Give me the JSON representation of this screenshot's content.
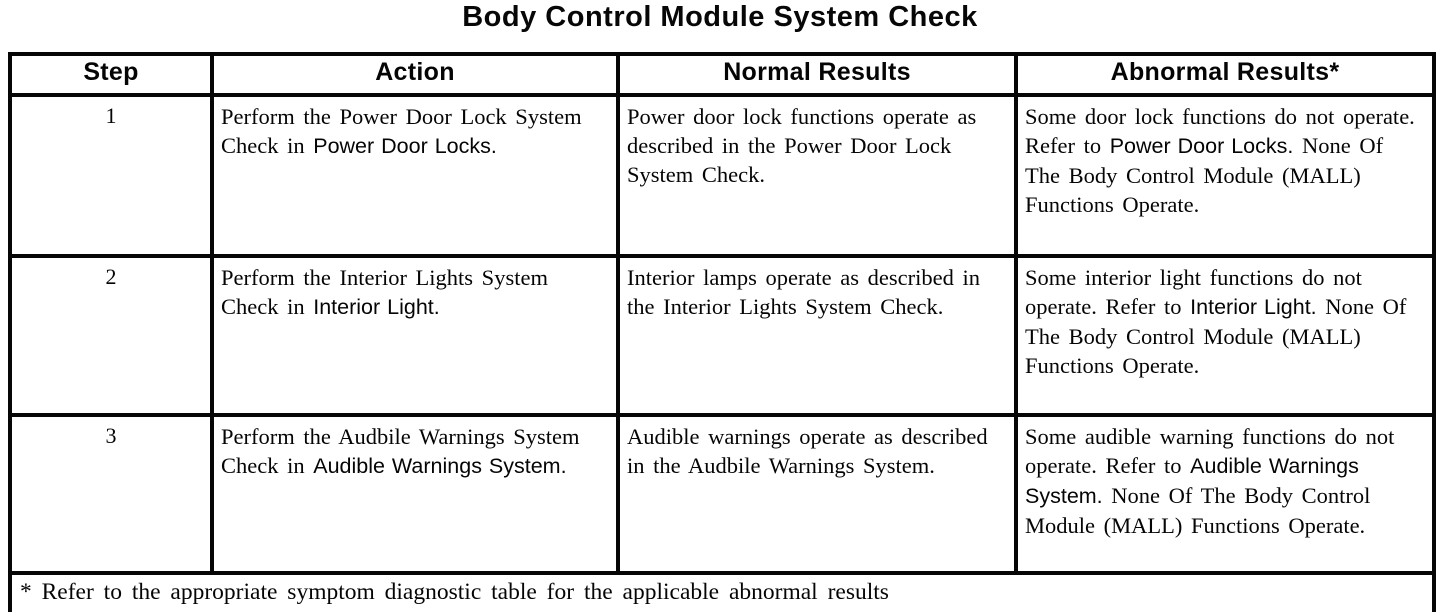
{
  "title": "Body Control Module System Check",
  "table": {
    "headers": [
      "Step",
      "Action",
      "Normal Results",
      "Abnormal Results*"
    ],
    "rows": [
      {
        "step": "1",
        "action_pre": "Perform the Power Door Lock System Check in ",
        "action_ref": "Power Door Locks.",
        "normal": "Power door lock functions operate as described in the Power Door Lock System Check.",
        "abnormal_pre": "Some door lock functions do not operate. Refer to ",
        "abnormal_ref": "Power Door Locks.",
        "abnormal_post": " None Of The Body Control Module (MALL) Functions Operate."
      },
      {
        "step": "2",
        "action_pre": "Perform the Interior Lights System Check in ",
        "action_ref": "Interior Light.",
        "normal": "Interior lamps operate as described in the Interior Lights System Check.",
        "abnormal_pre": "Some interior light functions do not operate. Refer to ",
        "abnormal_ref": "Interior Light.",
        "abnormal_post": " None Of The Body Control Module (MALL) Functions Operate."
      },
      {
        "step": "3",
        "action_pre": "Perform the Audbile Warnings System Check in ",
        "action_ref": "Audible Warnings System.",
        "normal": "Audible warnings operate as described in the Audbile Warnings System.",
        "abnormal_pre": "Some audible warning functions do not operate. Refer to ",
        "abnormal_ref": "Audible Warnings System.",
        "abnormal_post": " None Of The Body Control Module (MALL) Functions Operate."
      }
    ],
    "footnote": "* Refer to the appropriate symptom diagnostic table for the applicable abnormal results"
  }
}
